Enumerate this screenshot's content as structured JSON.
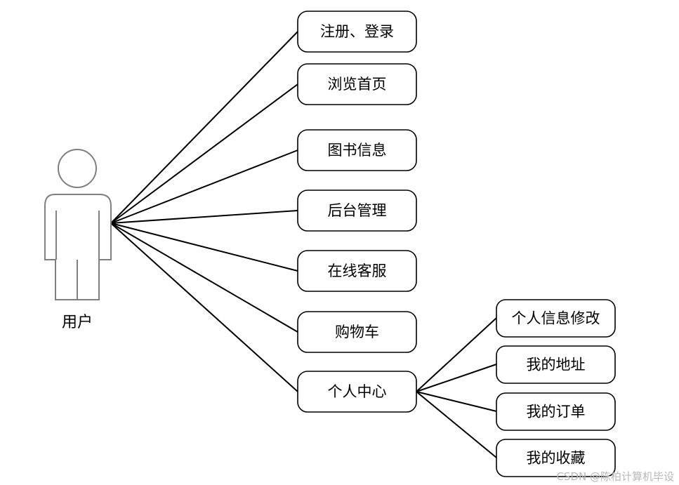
{
  "actor": {
    "label": "用户"
  },
  "main_nodes": [
    {
      "id": "register-login",
      "label": "注册、登录"
    },
    {
      "id": "browse-home",
      "label": "浏览首页"
    },
    {
      "id": "book-info",
      "label": "图书信息"
    },
    {
      "id": "admin-backend",
      "label": "后台管理"
    },
    {
      "id": "online-service",
      "label": "在线客服"
    },
    {
      "id": "shopping-cart",
      "label": "购物车"
    },
    {
      "id": "personal-center",
      "label": "个人中心"
    }
  ],
  "sub_nodes": [
    {
      "id": "edit-profile",
      "label": "个人信息修改"
    },
    {
      "id": "my-address",
      "label": "我的地址"
    },
    {
      "id": "my-orders",
      "label": "我的订单"
    },
    {
      "id": "my-favorites",
      "label": "我的收藏"
    }
  ],
  "watermark": {
    "text": "CSDN @陈柏计算机毕设"
  },
  "colors": {
    "line": "#000000",
    "actor_outline": "#7f7f7f",
    "watermark": "#b8b8b8"
  }
}
